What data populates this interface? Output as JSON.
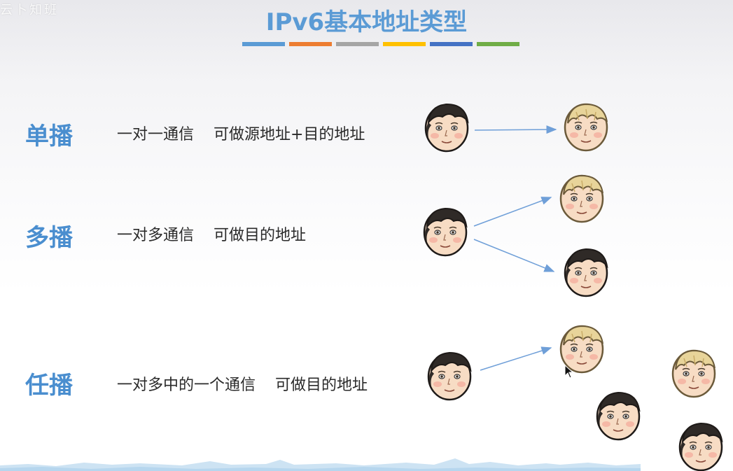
{
  "watermark": "云卜知班",
  "title": "IPv6基本地址类型",
  "accent_bars": [
    "#5b9bd5",
    "#ed7d31",
    "#a5a5a5",
    "#ffc000",
    "#4472c4",
    "#70ad47"
  ],
  "rows": [
    {
      "label": "单播",
      "description": "一对一通信    可做源地址+目的地址"
    },
    {
      "label": "多播",
      "description": "一对多通信    可做目的地址"
    },
    {
      "label": "任播",
      "description": "一对多中的一个通信    可做目的地址"
    }
  ],
  "colors": {
    "title": "#5b9bd5",
    "label": "#4a8ecf",
    "arrow": "#6f9fd8",
    "dark_hair": "#2f2a27",
    "blond_hair": "#e8d49a",
    "skin": "#f7dcc4",
    "cheek": "#f3a89a"
  },
  "icons": {
    "dark_face": "dark-haired-person-icon",
    "blond_face": "blond-person-icon",
    "cursor": "mouse-cursor-icon"
  }
}
